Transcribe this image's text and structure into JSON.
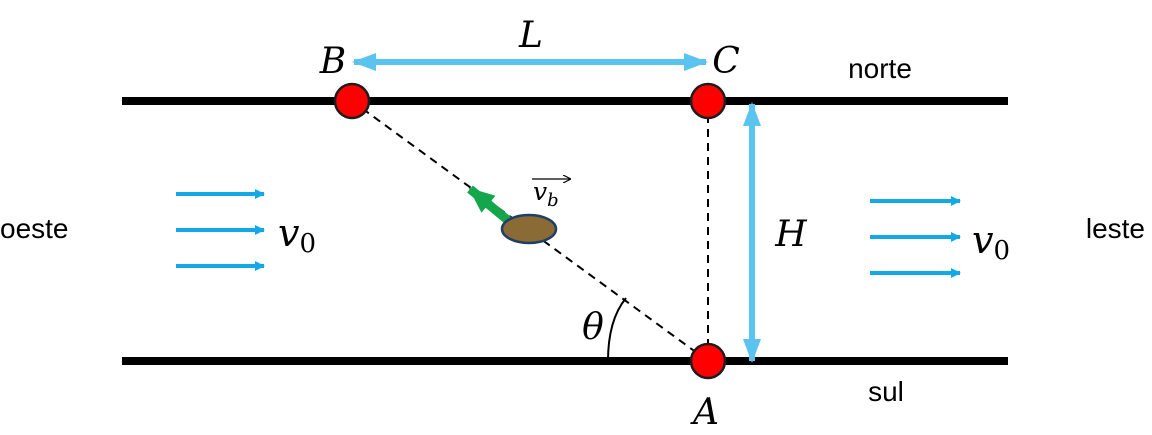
{
  "points": {
    "A": "A",
    "B": "B",
    "C": "C"
  },
  "labels": {
    "L": "L",
    "H": "H",
    "theta": "θ",
    "vb": "v",
    "vb_sub": "b",
    "v0_left": "v",
    "v0_left_sub": "0",
    "v0_right": "v",
    "v0_right_sub": "0"
  },
  "directions": {
    "north": "norte",
    "south": "sul",
    "west": "oeste",
    "east": "leste"
  },
  "colors": {
    "bank": "#000000",
    "point_fill": "#ff0000",
    "dimension_arrow": "#5bc3f0",
    "flow_arrow": "#12a9e6",
    "velocity_arrow": "#14a64a",
    "boat_fill": "#8a6a35",
    "boat_stroke": "#1f3f66"
  }
}
